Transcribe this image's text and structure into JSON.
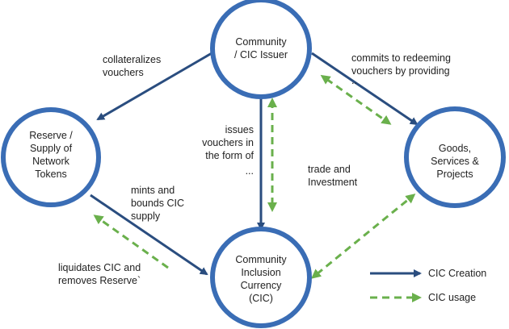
{
  "colors": {
    "node_stroke": "#3a6db5",
    "creation_arrow": "#2a4d7f",
    "usage_arrow": "#6ab04c",
    "text": "#222222",
    "background": "#ffffff"
  },
  "nodes": {
    "issuer": {
      "lines": [
        "Community",
        "/ CIC Issuer"
      ]
    },
    "reserve": {
      "lines": [
        "Reserve /",
        "Supply of",
        "Network",
        "Tokens"
      ]
    },
    "goods": {
      "lines": [
        "Goods,",
        "Services &",
        "Projects"
      ]
    },
    "cic": {
      "lines": [
        "Community",
        "Inclusion",
        "Currency",
        "(CIC)"
      ]
    }
  },
  "edge_labels": {
    "collateralizes": [
      "collateralizes",
      "vouchers"
    ],
    "commits": [
      "commits to redeeming",
      "vouchers by providing",
      ".."
    ],
    "issues": [
      "issues",
      "vouchers in",
      "the form of",
      "..."
    ],
    "trade": [
      "trade and",
      "Investment"
    ],
    "mints": [
      "mints and",
      "bounds CIC",
      "supply"
    ],
    "liquidates": [
      "liquidates CIC and",
      "removes Reserve`"
    ]
  },
  "legend": {
    "creation": "CIC Creation",
    "usage": "CIC usage"
  }
}
